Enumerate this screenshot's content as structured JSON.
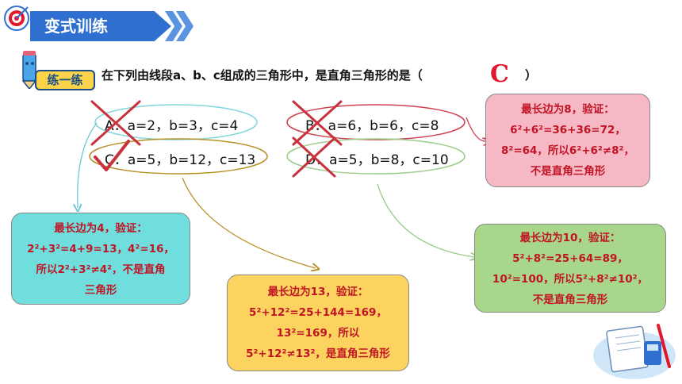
{
  "header": {
    "title": "变式训练"
  },
  "badge": {
    "label": "练一练"
  },
  "question": {
    "text": "在下列由线段a、b、c组成的三角形中，是直角三角形的是（",
    "answer": "C",
    "close": "）"
  },
  "options": [
    {
      "letter": "A",
      "text": "A．a=2，b=3，c=4"
    },
    {
      "letter": "B",
      "text": "B．a=6，b=6，c=8"
    },
    {
      "letter": "C",
      "text": "C．a=5，b=12，c=13"
    },
    {
      "letter": "D",
      "text": "D．a=5，b=8，c=10"
    }
  ],
  "boxes": {
    "a": {
      "lines": [
        "最长边为4，验证：",
        "2²+3²=4+9=13，4²=16，",
        "所以2²+3²≠4²，不是直角",
        "三角形"
      ]
    },
    "b": {
      "lines": [
        "最长边为8，验证：",
        "6²+6²=36+36=72，",
        "8²=64，所以6²+6²≠8²，",
        "不是直角三角形"
      ]
    },
    "c": {
      "lines": [
        "最长边为13，验证：",
        "5²+12²=25+144=169，",
        "13²=169，所以",
        "5²+12²≠13²，是直角三角形"
      ]
    },
    "d": {
      "lines": [
        "最长边为10，验证：",
        "5²+8²=25+64=89，",
        "10²=100，所以5²+8²≠10²，",
        "不是直角三角形"
      ]
    }
  },
  "colors": {
    "banner": "#2f6fd0",
    "answer": "#e0182b",
    "cross": "#c8323c"
  }
}
